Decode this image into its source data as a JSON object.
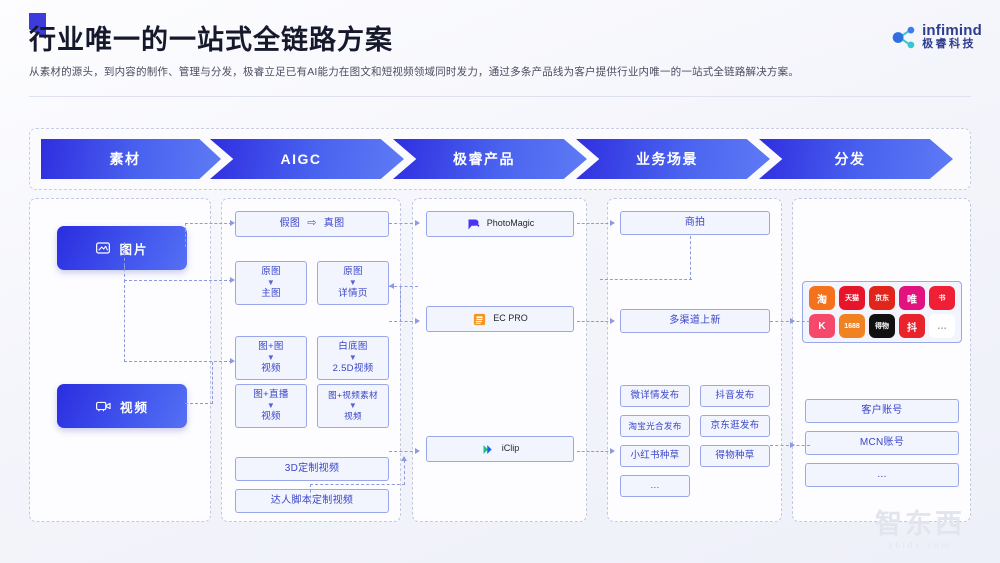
{
  "header": {
    "title": "行业唯一的一站式全链路方案",
    "subtitle": "从素材的源头，到内容的制作、管理与分发，极睿立足已有AI能力在图文和短视频领域同时发力，通过多条产品线为客户提供行业内唯一的一站式全链路解决方案。",
    "logo_en": "infimind",
    "logo_cn": "极睿科技"
  },
  "band": {
    "stages": [
      {
        "label": "素材"
      },
      {
        "label": "AIGC"
      },
      {
        "label": "极睿产品"
      },
      {
        "label": "业务场景"
      },
      {
        "label": "分发"
      }
    ]
  },
  "sources": [
    {
      "label": "图片",
      "icon": "image-icon"
    },
    {
      "label": "视频",
      "icon": "video-camera-icon"
    }
  ],
  "aigc": {
    "top": {
      "from": "假图",
      "to": "真图"
    },
    "pairs": [
      {
        "from": "原图",
        "to": "主图"
      },
      {
        "from": "原图",
        "to": "详情页"
      },
      {
        "from": "图+图",
        "to": "视频"
      },
      {
        "from": "白底图",
        "to": "2.5D视频"
      },
      {
        "from": "图+直播",
        "to": "视频"
      },
      {
        "from": "图+视频素材",
        "to": "视频"
      }
    ],
    "wide": [
      {
        "label": "3D定制视频"
      },
      {
        "label": "达人脚本定制视频"
      }
    ]
  },
  "products": [
    {
      "name": "PhotoMagic",
      "icon": "photomagic-icon"
    },
    {
      "name": "EC PRO",
      "icon": "ecpro-icon"
    },
    {
      "name": "iClip",
      "icon": "iclip-icon"
    }
  ],
  "scenarios": {
    "top": [
      {
        "label": "商拍"
      },
      {
        "label": "多渠道上新"
      }
    ],
    "grid": [
      {
        "label": "微详情发布"
      },
      {
        "label": "抖音发布"
      },
      {
        "label": "淘宝光合发布"
      },
      {
        "label": "京东逛发布"
      },
      {
        "label": "小红书种草"
      },
      {
        "label": "得物种草"
      },
      {
        "label": "…"
      }
    ]
  },
  "distribution": {
    "platforms": [
      {
        "label": "淘",
        "color": "#f5721d",
        "name": "taobao-icon"
      },
      {
        "label": "天猫",
        "color": "#e8152a",
        "name": "tmall-icon"
      },
      {
        "label": "京东",
        "color": "#e1251b",
        "name": "jd-icon"
      },
      {
        "label": "唯",
        "color": "#e2137f",
        "name": "vipshop-icon"
      },
      {
        "label": "书",
        "color": "#ef1f35",
        "name": "xiaohongshu-icon"
      },
      {
        "label": "K",
        "color": "#f5486b",
        "name": "kuaishou-icon"
      },
      {
        "label": "1688",
        "color": "#f08222",
        "name": "alibaba-icon"
      },
      {
        "label": "得物",
        "color": "#111111",
        "name": "dewu-icon"
      },
      {
        "label": "抖",
        "color": "#e8232c",
        "name": "douyin-icon"
      },
      {
        "label": "…",
        "color": "#ffffff",
        "name": "more-platforms-icon"
      }
    ],
    "accounts": [
      {
        "label": "客户账号"
      },
      {
        "label": "MCN账号"
      },
      {
        "label": "…"
      }
    ]
  },
  "watermark": {
    "main": "智东西",
    "sub": "zhidx.com"
  },
  "colors": {
    "brand": "#3d3bdb",
    "node_border": "#9aa7e8",
    "node_fill": "#f2f4fe"
  }
}
